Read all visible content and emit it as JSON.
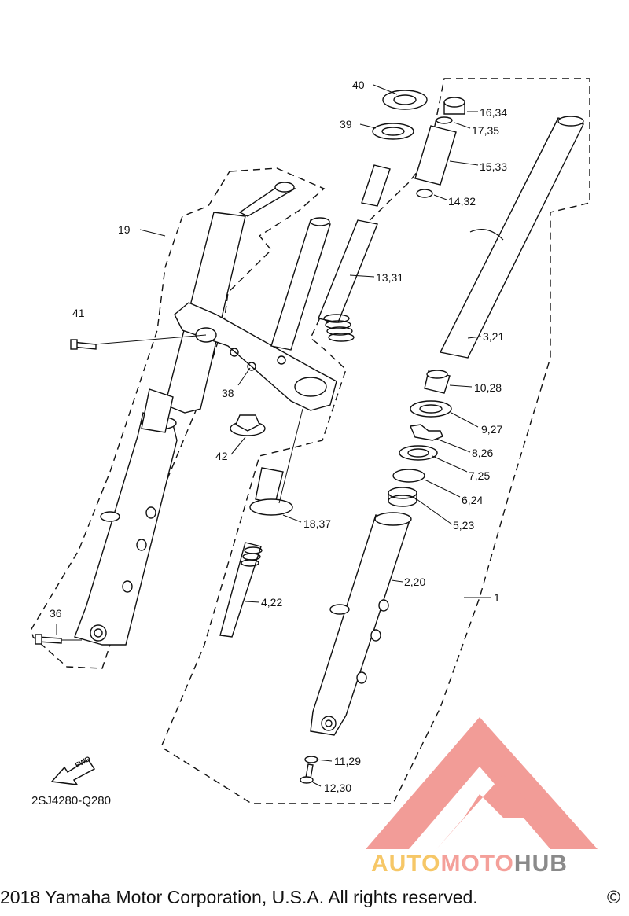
{
  "diagram": {
    "part_code": "2SJ4280-Q280",
    "fwd_label": "FWD",
    "labels": {
      "l40": "40",
      "l39": "39",
      "l16_34": "16,34",
      "l17_35": "17,35",
      "l15_33": "15,33",
      "l14_32": "14,32",
      "l19": "19",
      "l13_31": "13,31",
      "l41": "41",
      "l3_21": "3,21",
      "l38": "38",
      "l10_28": "10,28",
      "l9_27": "9,27",
      "l42": "42",
      "l8_26": "8,26",
      "l7_25": "7,25",
      "l6_24": "6,24",
      "l18_37": "18,37",
      "l5_23": "5,23",
      "l2_20": "2,20",
      "l4_22": "4,22",
      "l1": "1",
      "l36": "36",
      "l11_29": "11,29",
      "l12_30": "12,30"
    }
  },
  "footer": {
    "copyright": "2018 Yamaha Motor Corporation, U.S.A. All rights reserved.",
    "copyright_symbol": "©"
  },
  "watermark": {
    "auto": "AUTO",
    "moto": "MOTO",
    "hub": "HUB",
    "colors": {
      "auto": "#f6c767",
      "moto": "#f4a09a",
      "hub": "#8a8a8a",
      "logo": "#f08b86"
    }
  }
}
